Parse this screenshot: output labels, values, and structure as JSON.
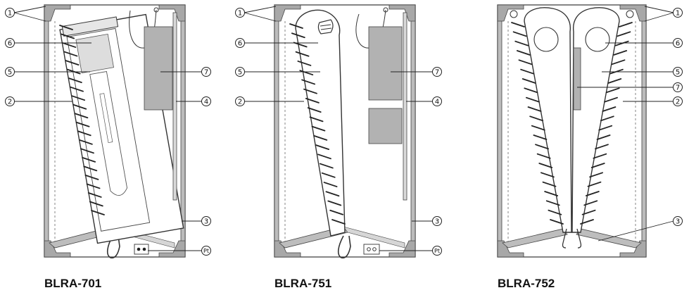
{
  "figure": {
    "panels": [
      {
        "caption": "BLRA-701",
        "callouts_left": [
          "1",
          "6",
          "5",
          "2"
        ],
        "callouts_right": [
          "7",
          "4",
          "Pt",
          "3"
        ]
      },
      {
        "caption": "BLRA-751",
        "callouts_left": [
          "1",
          "6",
          "5",
          "2"
        ],
        "callouts_right": [
          "7",
          "4",
          "Pt",
          "3"
        ]
      },
      {
        "caption": "BLRA-752",
        "callouts_right": [
          "1",
          "6",
          "5",
          "7",
          "2",
          "3"
        ]
      }
    ]
  }
}
